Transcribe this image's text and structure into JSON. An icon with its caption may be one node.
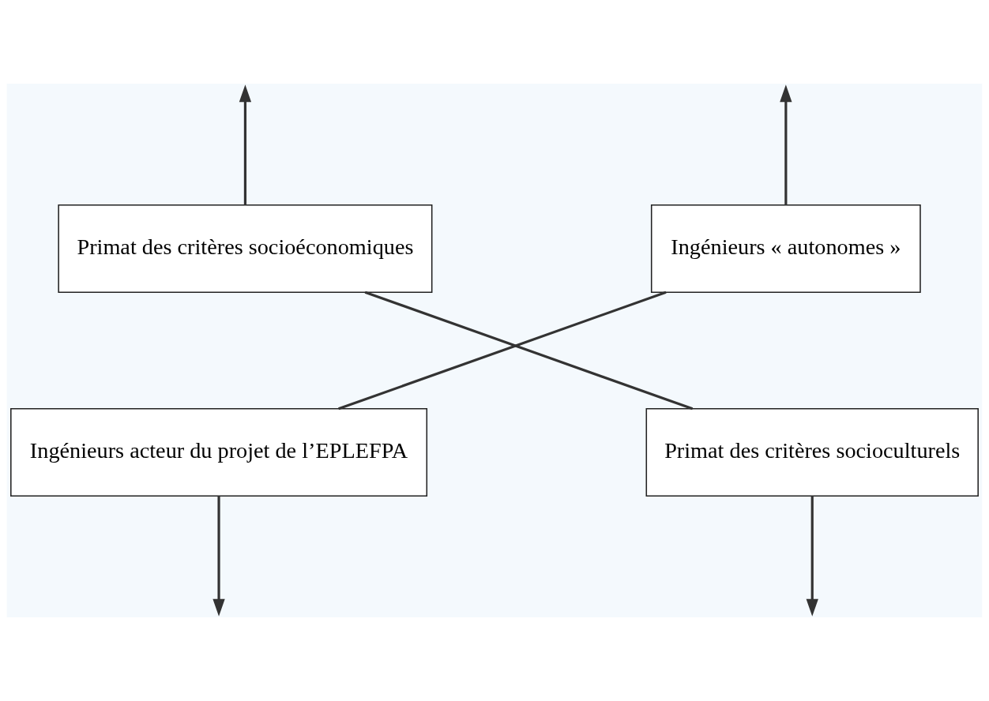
{
  "diagram": {
    "nodes": [
      {
        "text": [
          "Primat des critères socioéconomiques"
        ]
      },
      {
        "text": [
          "Ingénieurs « autonomes »"
        ]
      },
      {
        "text": [
          "Ingénieurs acteur du projet de l’EPLEFPA"
        ]
      },
      {
        "text": [
          "Primat des critères socioculturels"
        ]
      }
    ],
    "edges": [
      {
        "from": 0,
        "to": 3,
        "arrow": "none"
      },
      {
        "from": 1,
        "to": 2,
        "arrow": "none"
      },
      {
        "from": 0,
        "to": null,
        "arrow": "to"
      },
      {
        "from": 1,
        "to": null,
        "arrow": "to"
      },
      {
        "from": 2,
        "to": null,
        "arrow": "to"
      },
      {
        "from": 3,
        "to": null,
        "arrow": "to"
      }
    ]
  }
}
